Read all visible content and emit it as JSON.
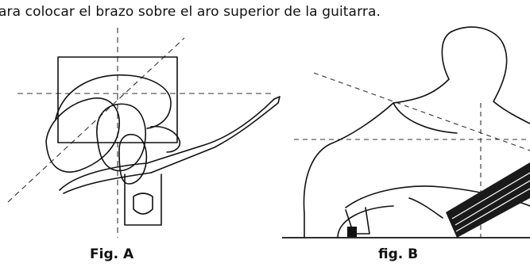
{
  "text": {
    "top_line": "ara colocar el brazo sobre el aro superior de la guitarra."
  },
  "figures": [
    {
      "caption": "Fig. A"
    },
    {
      "caption": "fig. B"
    }
  ],
  "colors": {
    "ink": "#111111",
    "guide": "#333333"
  }
}
